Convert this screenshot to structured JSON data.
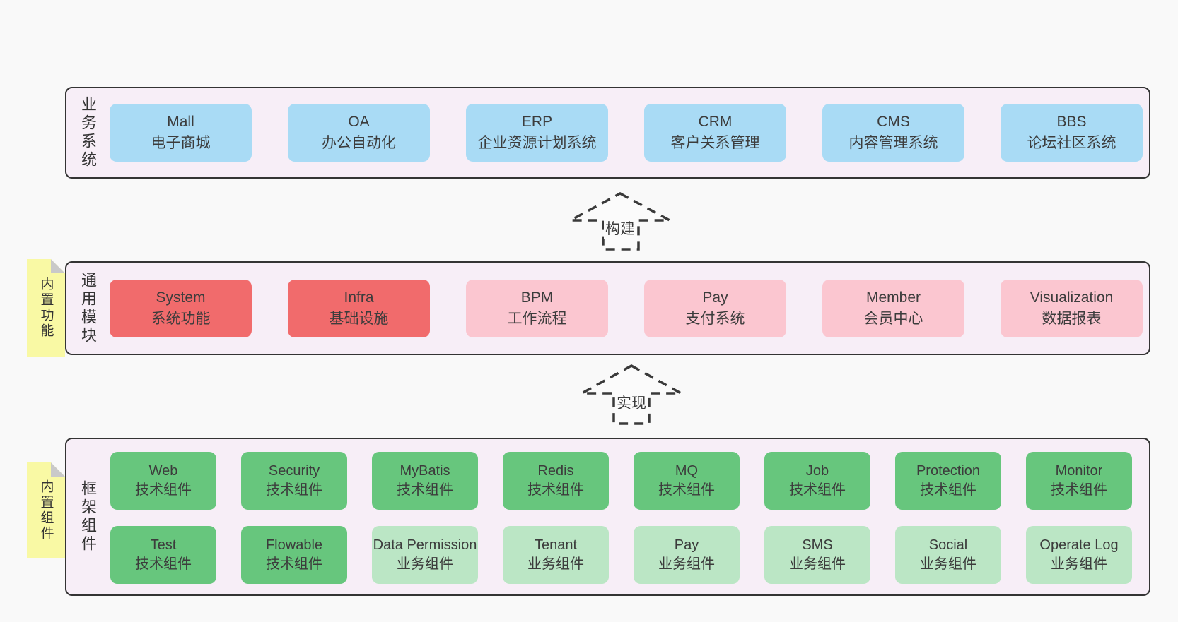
{
  "colors": {
    "page_bg": "#f9f9f9",
    "layer_bg": "#f7eef7",
    "layer_border": "#343434",
    "blue": "#a9dbf5",
    "red": "#f16b6c",
    "pink": "#fbc6d0",
    "green": "#67c67d",
    "light_green": "#bbe6c5",
    "note_yellow": "#f9f9a4",
    "note_fold": "#c9c9c9",
    "text": "#3c3c3c"
  },
  "business_layer": {
    "label": "业务系统",
    "boxes": [
      {
        "name": "Mall",
        "desc": "电子商城"
      },
      {
        "name": "OA",
        "desc": "办公自动化"
      },
      {
        "name": "ERP",
        "desc": "企业资源计划系统"
      },
      {
        "name": "CRM",
        "desc": "客户关系管理"
      },
      {
        "name": "CMS",
        "desc": "内容管理系统"
      },
      {
        "name": "BBS",
        "desc": "论坛社区系统"
      }
    ]
  },
  "arrows": {
    "build": {
      "label": "构建"
    },
    "implement": {
      "label": "实现"
    }
  },
  "module_layer": {
    "label": "通用模块",
    "note": "内置功能",
    "boxes": [
      {
        "name": "System",
        "desc": "系统功能",
        "variant": "red"
      },
      {
        "name": "Infra",
        "desc": "基础设施",
        "variant": "red"
      },
      {
        "name": "BPM",
        "desc": "工作流程",
        "variant": "pink"
      },
      {
        "name": "Pay",
        "desc": "支付系统",
        "variant": "pink"
      },
      {
        "name": "Member",
        "desc": "会员中心",
        "variant": "pink"
      },
      {
        "name": "Visualization",
        "desc": "数据报表",
        "variant": "pink"
      }
    ]
  },
  "component_layer": {
    "label": "框架组件",
    "note": "内置组件",
    "row1": [
      {
        "name": "Web",
        "desc": "技术组件",
        "variant": "green"
      },
      {
        "name": "Security",
        "desc": "技术组件",
        "variant": "green"
      },
      {
        "name": "MyBatis",
        "desc": "技术组件",
        "variant": "green"
      },
      {
        "name": "Redis",
        "desc": "技术组件",
        "variant": "green"
      },
      {
        "name": "MQ",
        "desc": "技术组件",
        "variant": "green"
      },
      {
        "name": "Job",
        "desc": "技术组件",
        "variant": "green"
      },
      {
        "name": "Protection",
        "desc": "技术组件",
        "variant": "green"
      },
      {
        "name": "Monitor",
        "desc": "技术组件",
        "variant": "green"
      }
    ],
    "row2": [
      {
        "name": "Test",
        "desc": "技术组件",
        "variant": "green"
      },
      {
        "name": "Flowable",
        "desc": "技术组件",
        "variant": "green"
      },
      {
        "name": "Data Permission",
        "desc": "业务组件",
        "variant": "lightgreen"
      },
      {
        "name": "Tenant",
        "desc": "业务组件",
        "variant": "lightgreen"
      },
      {
        "name": "Pay",
        "desc": "业务组件",
        "variant": "lightgreen"
      },
      {
        "name": "SMS",
        "desc": "业务组件",
        "variant": "lightgreen"
      },
      {
        "name": "Social",
        "desc": "业务组件",
        "variant": "lightgreen"
      },
      {
        "name": "Operate Log",
        "desc": "业务组件",
        "variant": "lightgreen"
      }
    ]
  }
}
